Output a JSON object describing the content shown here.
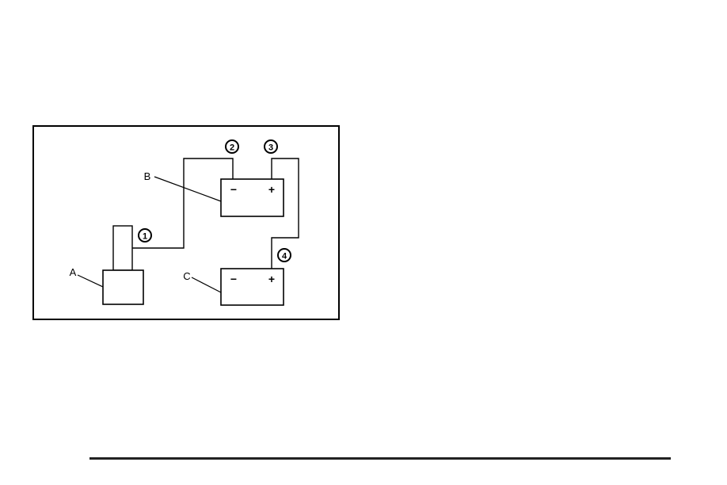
{
  "diagram": {
    "labels": {
      "a": "A",
      "b": "B",
      "c": "C"
    },
    "callouts": [
      "1",
      "2",
      "3",
      "4"
    ],
    "terminals": {
      "b_negative": "−",
      "b_positive": "+",
      "c_negative": "−",
      "c_positive": "+"
    }
  }
}
